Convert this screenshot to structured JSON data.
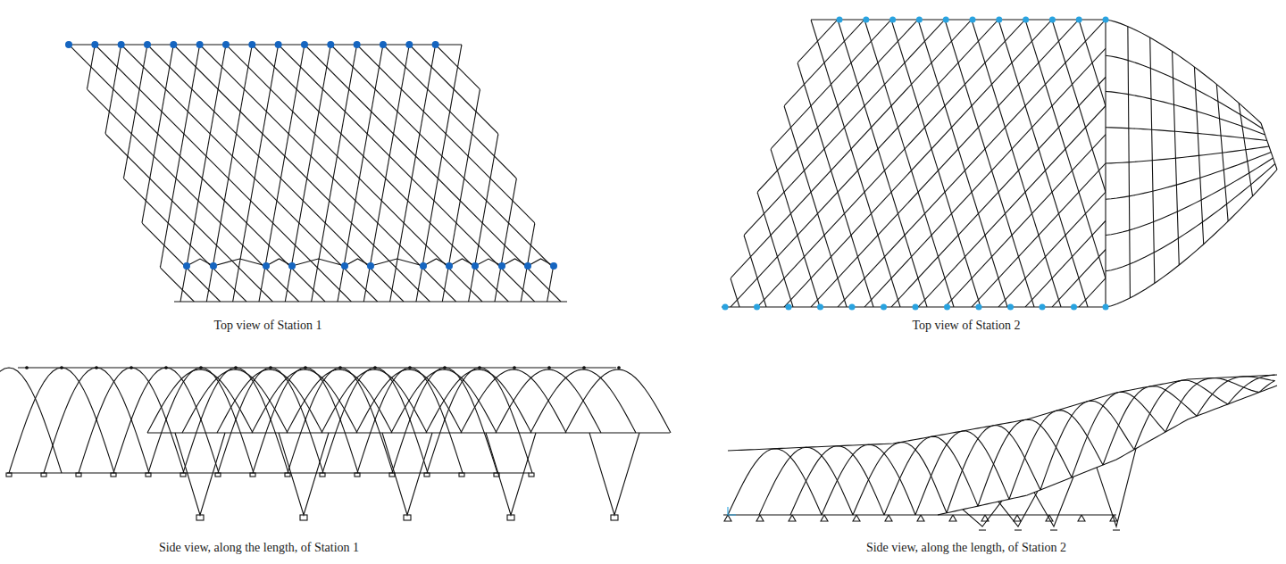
{
  "diagram": {
    "labels": [
      "Top view of Station 1",
      "Top view of Station 2",
      "Side view, along the length, of Station 1",
      "Side view, along the length, of Station 2"
    ]
  }
}
